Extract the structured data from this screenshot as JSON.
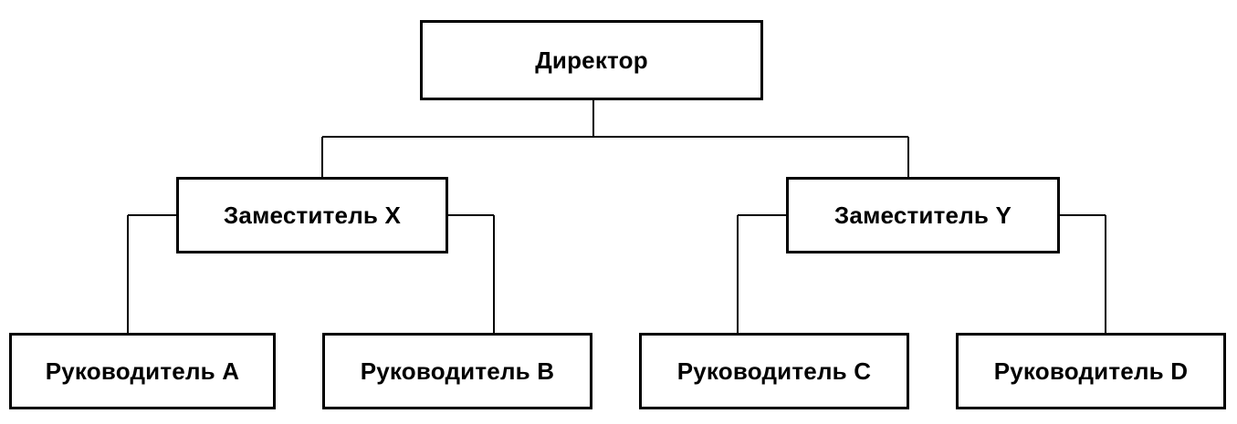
{
  "org_chart": {
    "director": "Директор",
    "deputies": [
      {
        "label": "Заместитель X",
        "reports": [
          "Руководитель А",
          "Руководитель В"
        ]
      },
      {
        "label": "Заместитель Y",
        "reports": [
          "Руководитель С",
          "Руководитель D"
        ]
      }
    ]
  }
}
